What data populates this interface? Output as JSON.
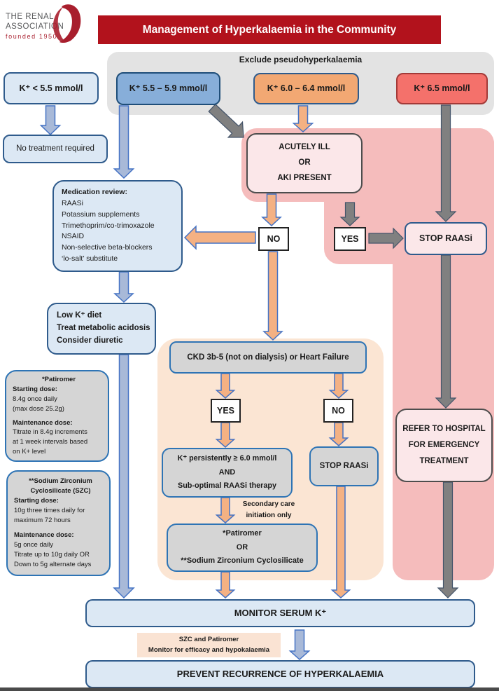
{
  "colors": {
    "banner_red": "#b2121c",
    "logo_red": "#a81e2d",
    "logo_gray": "#58595b",
    "band_gray": "#e3e3e3",
    "light_blue": "#dce8f4",
    "blue_border": "#2f5b8c",
    "mid_blue": "#87aed9",
    "mid_blue_border": "#1f4e79",
    "orange_fill": "#f2a873",
    "red_fill": "#f4716b",
    "red_border": "#a33a38",
    "pink_panel": "#f5bcbc",
    "pink_box": "#fbe7e9",
    "dark_border": "#4d4d4d",
    "peach_panel": "#fbe5d3",
    "note_peach": "#fae3d3",
    "gray_fill": "#d5d5d5",
    "gray_box_border": "#2e74b5",
    "arrow_blue": "#a8b9d8",
    "arrow_orange": "#f4b183",
    "arrow_gray": "#808080",
    "arrow_outline": "#4472c4",
    "arrow_gray_outline": "#44546a"
  },
  "logo": {
    "line1": "THE RENAL",
    "line2": "ASSOCIATION",
    "tagline": "founded 1950"
  },
  "header": {
    "title": "Management of Hyperkalaemia in the Community"
  },
  "exclude_band": {
    "label": "Exclude pseudohyperkalaemia"
  },
  "k_boxes": {
    "below_55": "K⁺ < 5.5 mmol/l",
    "k55_59": "K⁺ 5.5 – 5.9 mmol/l",
    "k60_64": "K⁺ 6.0 – 6.4 mmol/l",
    "k65": "K⁺ 6.5 mmol/l"
  },
  "left_path": {
    "no_treatment": "No treatment required",
    "medication_review": [
      {
        "t": "Medication review:",
        "b": true
      },
      {
        "t": "RAASi"
      },
      {
        "t": "Potassium supplements"
      },
      {
        "t": "Trimethoprim/co-trimoxazole"
      },
      {
        "t": "NSAID"
      },
      {
        "t": "Non-selective beta-blockers"
      },
      {
        "t": "‘lo-salt’ substitute"
      }
    ],
    "low_k": [
      {
        "t": "Low K⁺ diet",
        "b": true
      },
      {
        "t": "Treat metabolic acidosis",
        "b": true
      },
      {
        "t": "Consider diuretic",
        "b": true
      }
    ],
    "patiromer": [
      {
        "t": "*Patiromer",
        "b": true,
        "c": true
      },
      {
        "t": "Starting dose:",
        "b": true
      },
      {
        "t": "8.4g once daily"
      },
      {
        "t": "(max dose 25.2g)"
      },
      {
        "t": "Maintenance dose:",
        "b": true,
        "g": true
      },
      {
        "t": "Titrate in 8.4g increments"
      },
      {
        "t": "at 1 week intervals based"
      },
      {
        "t": "on K+ level"
      }
    ],
    "szc": [
      {
        "t": "**Sodium Zirconium",
        "b": true,
        "c": true
      },
      {
        "t": "Cyclosilicate (SZC)",
        "b": true,
        "c": true
      },
      {
        "t": "Starting dose:",
        "b": true
      },
      {
        "t": "10g three times daily for"
      },
      {
        "t": "maximum 72 hours"
      },
      {
        "t": "Maintenance dose:",
        "b": true,
        "g": true
      },
      {
        "t": "5g once daily"
      },
      {
        "t": "Titrate up to 10g daily OR"
      },
      {
        "t": "Down to 5g alternate days"
      }
    ]
  },
  "acute_path": {
    "acutely_ill": [
      "ACUTELY ILL",
      "OR",
      "AKI PRESENT"
    ],
    "no_label": "NO",
    "yes_label": "YES",
    "stop_raasi": "STOP RAASi",
    "refer": [
      "REFER TO HOSPITAL",
      "FOR EMERGENCY",
      "TREATMENT"
    ]
  },
  "mid_path": {
    "ckd": "CKD 3b-5 (not on dialysis) or Heart Failure",
    "yes_label": "YES",
    "no_label": "NO",
    "persistent": [
      "K⁺ persistently ≥ 6.0 mmol/l",
      "AND",
      "Sub-optimal RAASi therapy"
    ],
    "stop_raasi": "STOP RAASi",
    "secondary_care": [
      "Secondary care",
      "initiation only"
    ],
    "binders": [
      "*Patiromer",
      "OR",
      "**Sodium Zirconium Cyclosilicate"
    ]
  },
  "footer": {
    "monitor": "MONITOR SERUM K⁺",
    "note": [
      "SZC and Patiromer",
      "Monitor for efficacy and hypokalaemia"
    ],
    "prevent": "PREVENT RECURRENCE OF HYPERKALAEMIA"
  }
}
